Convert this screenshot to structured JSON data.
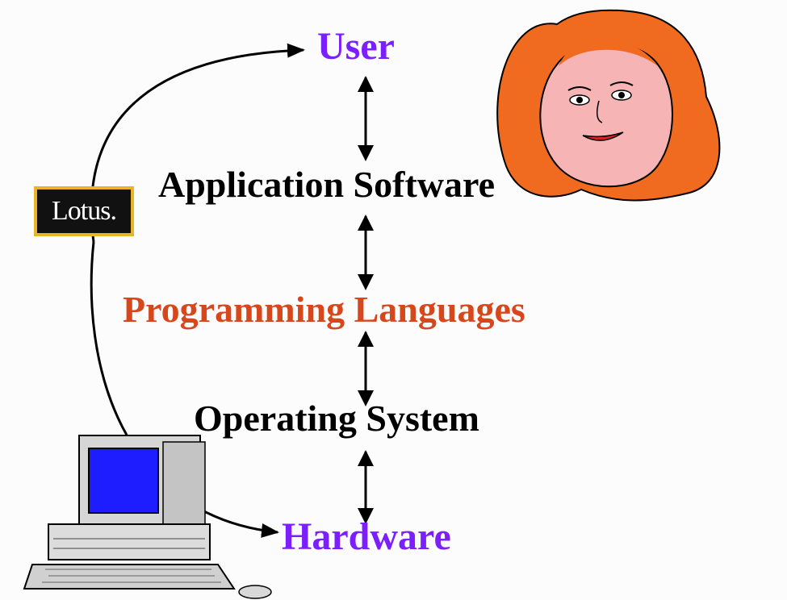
{
  "diagram": {
    "layers": {
      "user": "User",
      "application": "Application Software",
      "programming": "Programming Languages",
      "os": "Operating System",
      "hardware": "Hardware"
    },
    "logo": "Lotus.",
    "colors": {
      "user": "#7b1fff",
      "hardware": "#7b1fff",
      "programming": "#d6481b",
      "default": "#000000",
      "logo_border": "#e8b52a"
    },
    "illustrations": [
      "woman-face-clipart",
      "desktop-computer-clipart"
    ]
  }
}
